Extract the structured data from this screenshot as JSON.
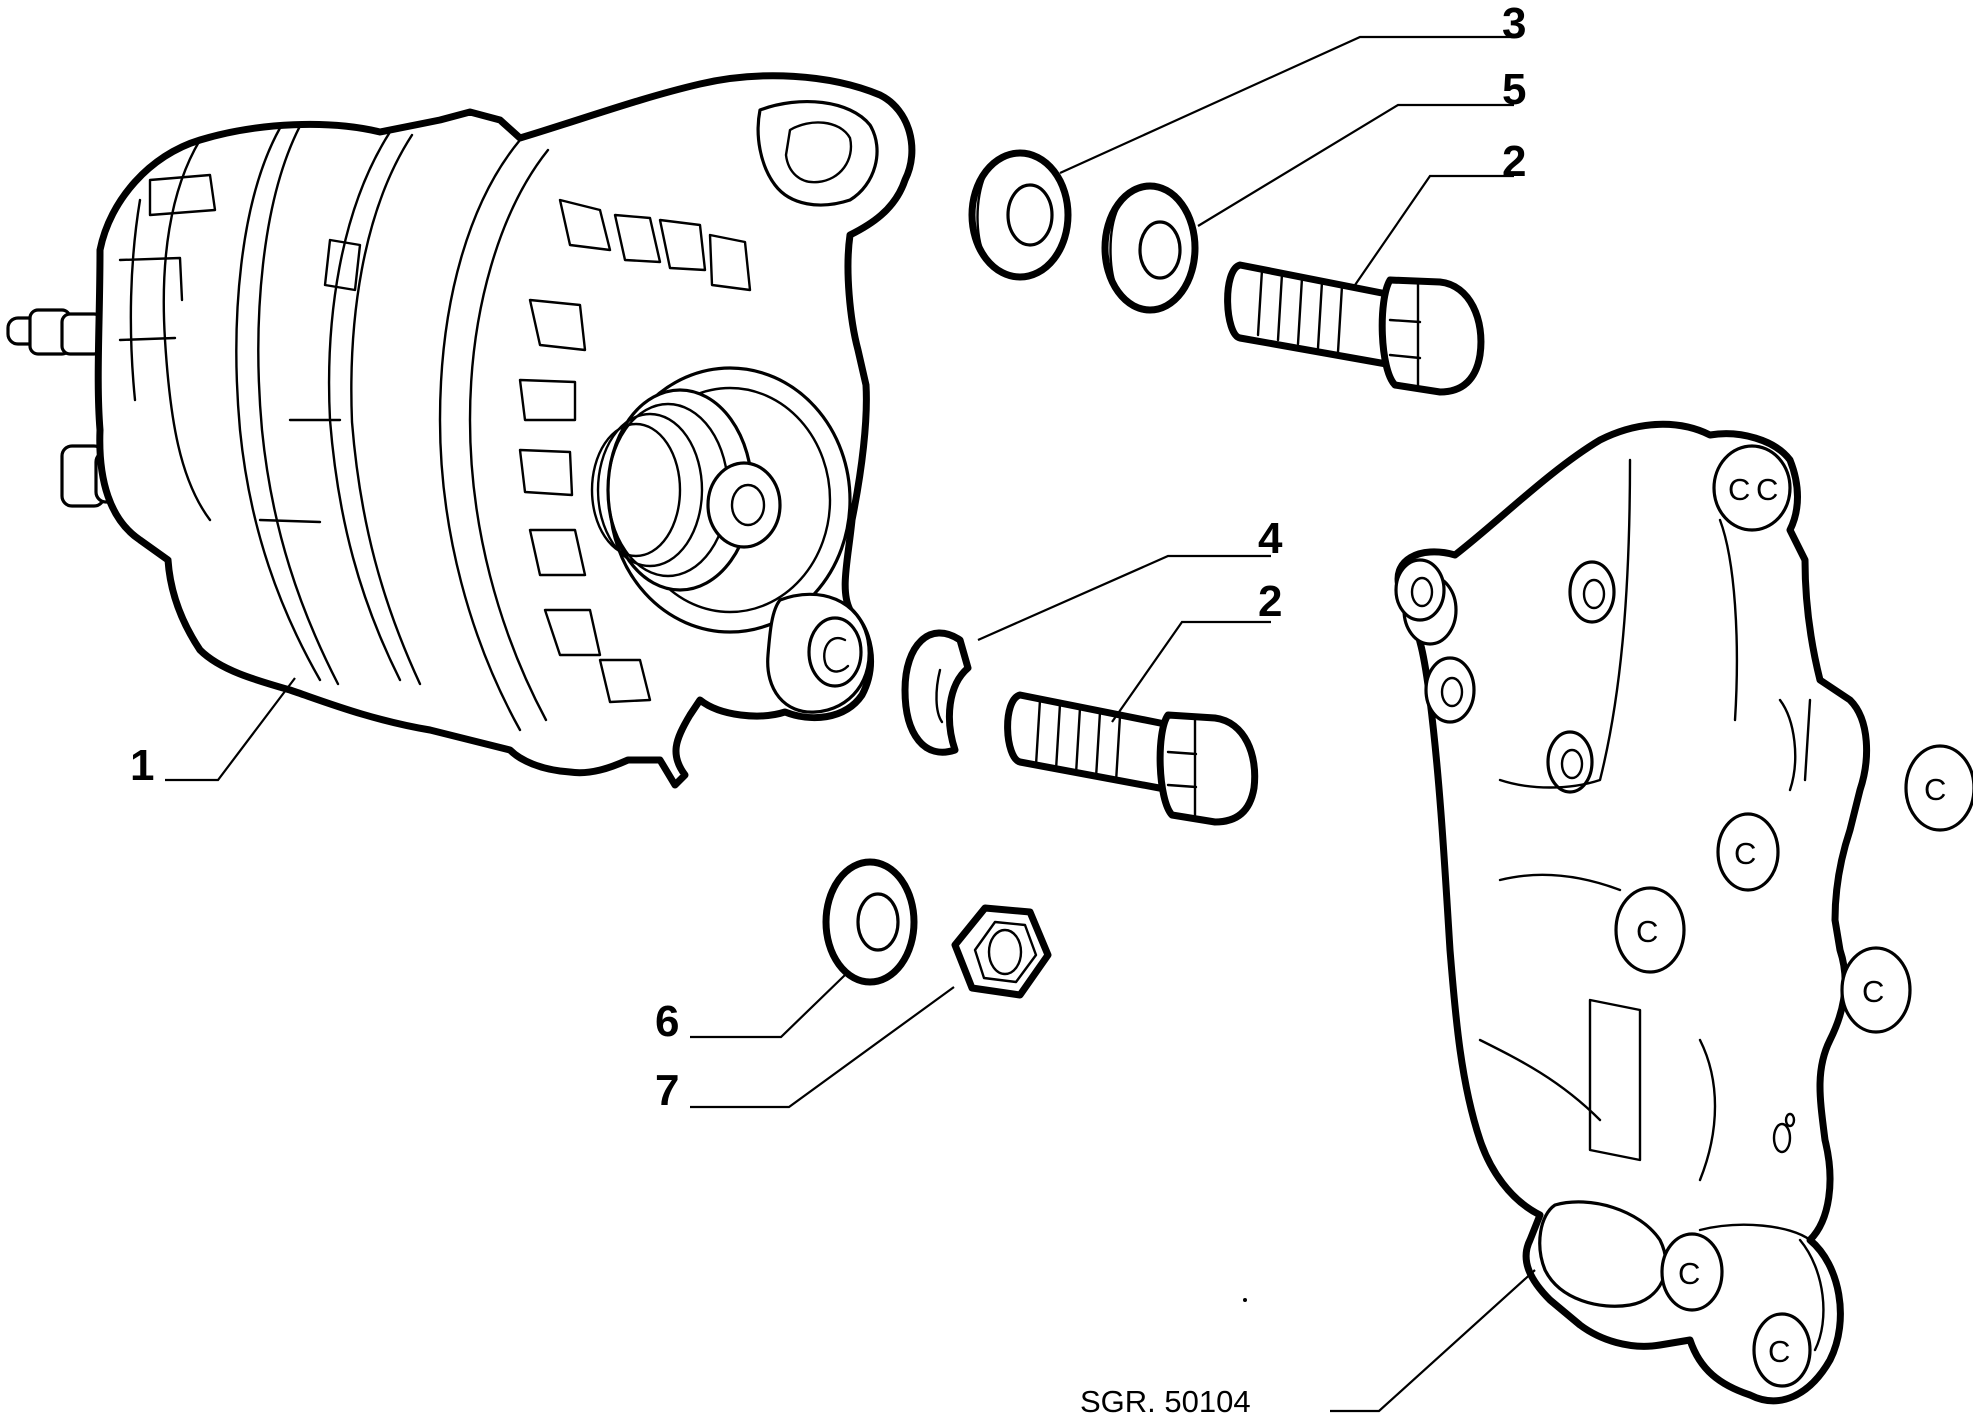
{
  "callouts": [
    {
      "id": "alternator",
      "label": "1"
    },
    {
      "id": "upper-bolt",
      "label": "2"
    },
    {
      "id": "lower-bolt",
      "label": "2"
    },
    {
      "id": "upper-bushing",
      "label": "3"
    },
    {
      "id": "split-spacer",
      "label": "4"
    },
    {
      "id": "spacer",
      "label": "5"
    },
    {
      "id": "washer",
      "label": "6"
    },
    {
      "id": "nut",
      "label": "7"
    }
  ],
  "drawing_reference": "SGR. 50104"
}
